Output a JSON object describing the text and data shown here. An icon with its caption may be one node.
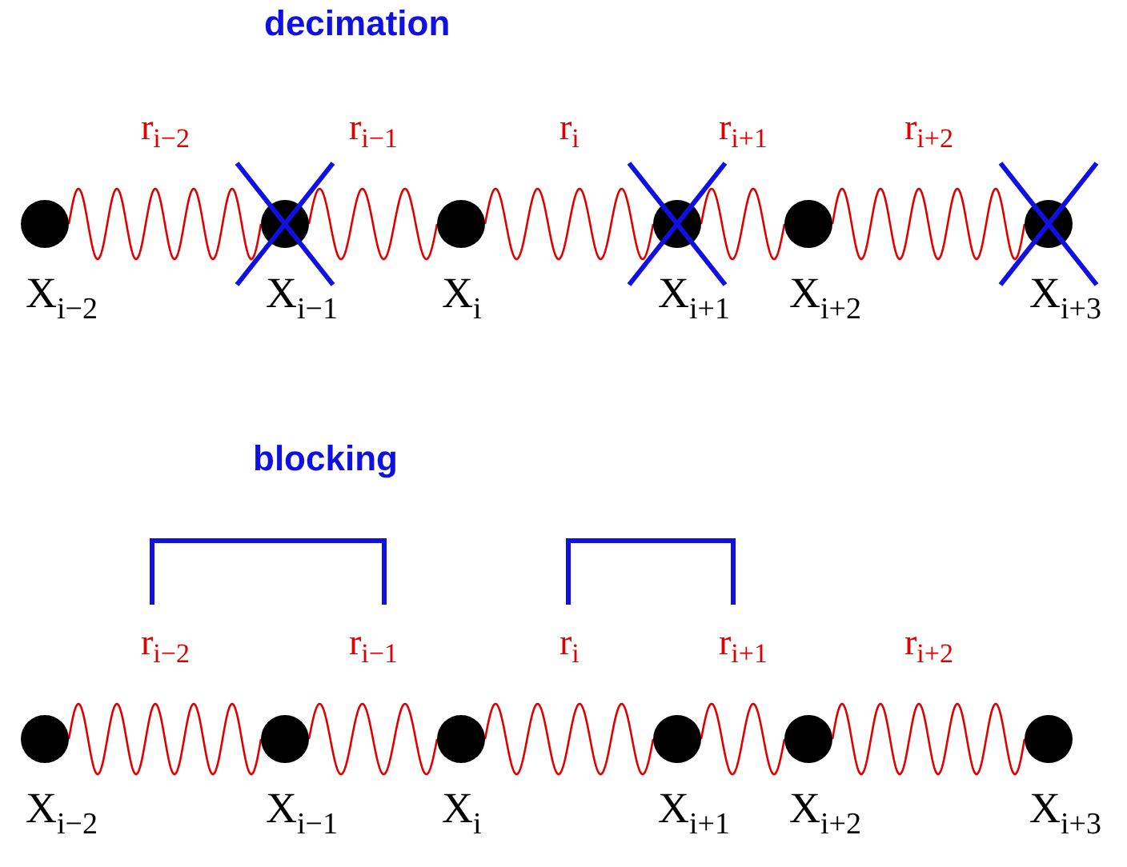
{
  "diagram": {
    "nodes": [
      {
        "text": [],
        "shape": "circle",
        "beside": [
          "X$_{i−2}$"
        ]
      },
      {
        "text": [],
        "shape": "circle",
        "beside": [
          "X$_{i−1}$"
        ]
      },
      {
        "text": [],
        "shape": "circle",
        "beside": [
          "X$_{i}$"
        ]
      },
      {
        "text": [],
        "shape": "circle",
        "beside": [
          "X$_{i+1}$"
        ]
      },
      {
        "text": [],
        "shape": "circle",
        "beside": [
          "X$_{i+2}$"
        ]
      },
      {
        "text": [],
        "shape": "circle",
        "beside": [
          "X$_{i+3}$"
        ]
      },
      {
        "text": [],
        "shape": "circle",
        "beside": [
          "X$_{i−2}$"
        ]
      },
      {
        "text": [],
        "shape": "circle",
        "beside": [
          "X$_{i−1}$"
        ]
      },
      {
        "text": [],
        "shape": "circle",
        "beside": [
          "X$_{i}$"
        ]
      },
      {
        "text": [],
        "shape": "circle",
        "beside": [
          "X$_{i+1}$"
        ]
      },
      {
        "text": [],
        "shape": "circle",
        "beside": [
          "X$_{i+2}$"
        ]
      },
      {
        "text": [],
        "shape": "circle",
        "beside": [
          "X$_{i+3}$"
        ]
      }
    ],
    "edges": [
      {
        "from": 0,
        "to": 1,
        "arrow": "none",
        "label": "r$_{i−2}$"
      },
      {
        "from": 1,
        "to": 2,
        "arrow": "none",
        "label": "r$_{i−1}$"
      },
      {
        "from": 2,
        "to": 3,
        "arrow": "none",
        "label": "r$_{i}$"
      },
      {
        "from": 3,
        "to": 4,
        "arrow": "none",
        "label": "r$_{i+1}$"
      },
      {
        "from": 4,
        "to": 5,
        "arrow": "none",
        "label": "r$_{i+2}$"
      },
      {
        "from": 6,
        "to": 7,
        "arrow": "none",
        "label": "r$_{i−2}$"
      },
      {
        "from": 7,
        "to": 8,
        "arrow": "none",
        "label": "r$_{i−1}$"
      },
      {
        "from": 8,
        "to": 9,
        "arrow": "none",
        "label": "r$_{i}$"
      },
      {
        "from": 9,
        "to": 10,
        "arrow": "none",
        "label": "r$_{i+1}$"
      },
      {
        "from": 10,
        "to": 11,
        "arrow": "none",
        "label": "r$_{i+2}$"
      }
    ],
    "labels": [
      "decimation",
      "blocking"
    ]
  }
}
